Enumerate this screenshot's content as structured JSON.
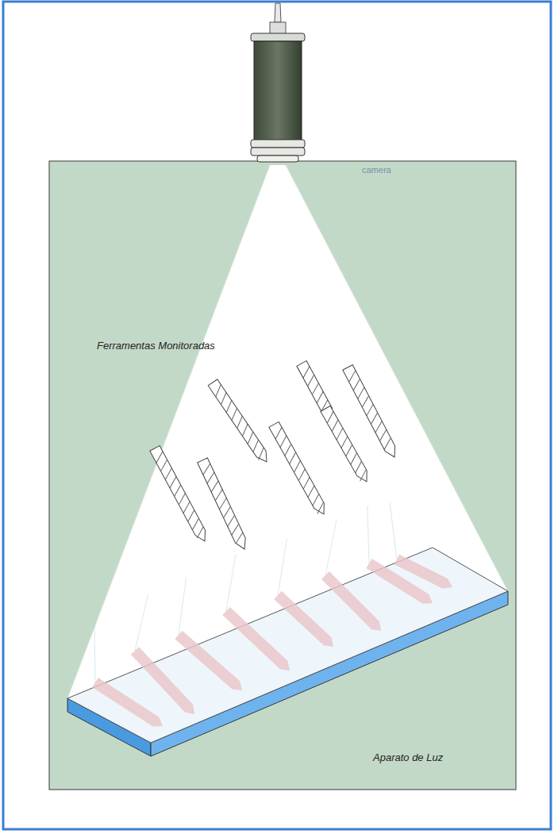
{
  "diagram": {
    "labels": [
      "camera",
      "Ferramentas Monitoradas",
      "Aparato de Luz"
    ]
  }
}
